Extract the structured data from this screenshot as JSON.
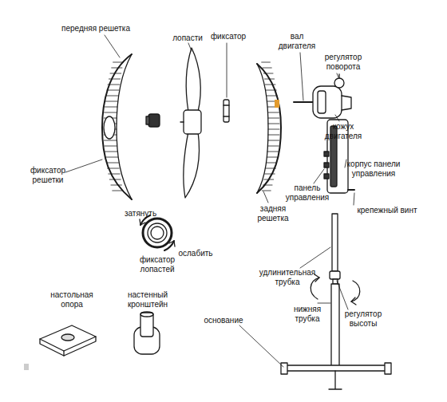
{
  "diagram": {
    "labels": [
      "передняя решетка",
      "лопасти",
      "фиксатор",
      "вал двигателя",
      "регулятор поворота",
      "кожух двигателя",
      "фиксатор решетки",
      "корпус панели управления",
      "панель управления",
      "затянуть",
      "крепежный винт",
      "задняя решетка",
      "ослабить",
      "фиксатор лопастей",
      "удлинительная трубка",
      "настольная опора",
      "настенный кронштейн",
      "нижняя трубка",
      "регулятор высоты",
      "основание"
    ]
  }
}
